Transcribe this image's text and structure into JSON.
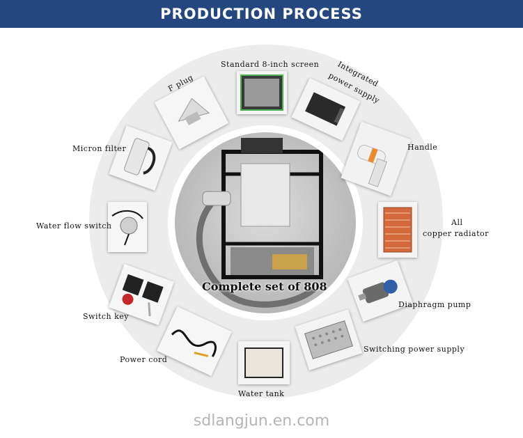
{
  "banner": {
    "title": "PRODUCTION PROCESS"
  },
  "center": {
    "label": "Complete set of 808"
  },
  "parts": {
    "standard_screen": "Standard 8-inch screen",
    "f_plug": "F plug",
    "integrated_power_line1": "Integrated",
    "integrated_power_line2": "power supply",
    "handle": "Handle",
    "micron_filter": "Micron filter",
    "copper_radiator_line1": "All",
    "copper_radiator_line2": "copper radiator",
    "water_flow_switch": "Water flow switch",
    "diaphragm_pump": "Diaphragm pump",
    "switch_key": "Switch key",
    "power_cord": "Power cord",
    "switching_power_supply": "Switching power supply",
    "water_tank": "Water tank"
  },
  "watermark": "sdlangjun.en.com",
  "colors": {
    "banner": "#24477f",
    "ring": "#ececec",
    "watermark": "#b5b5b5"
  }
}
